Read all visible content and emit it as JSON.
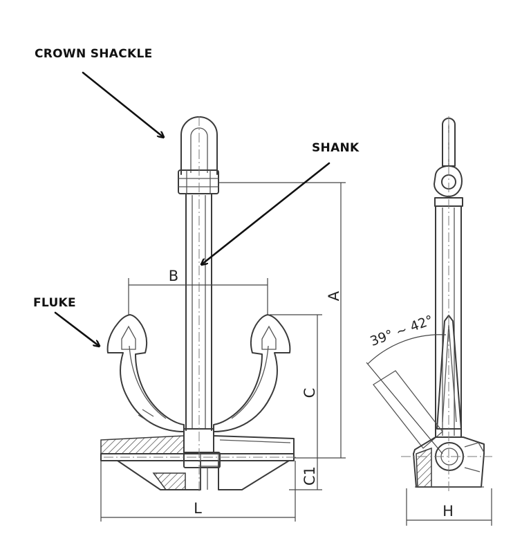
{
  "callouts": {
    "crown_shackle": "CROWN SHACKLE",
    "shank": "SHANK",
    "fluke": "FLUKE"
  },
  "dimensions": {
    "a": "A",
    "b": "B",
    "c": "C",
    "c1": "C1",
    "l": "L",
    "h": "H"
  },
  "angle_label": "39° ~ 42°"
}
